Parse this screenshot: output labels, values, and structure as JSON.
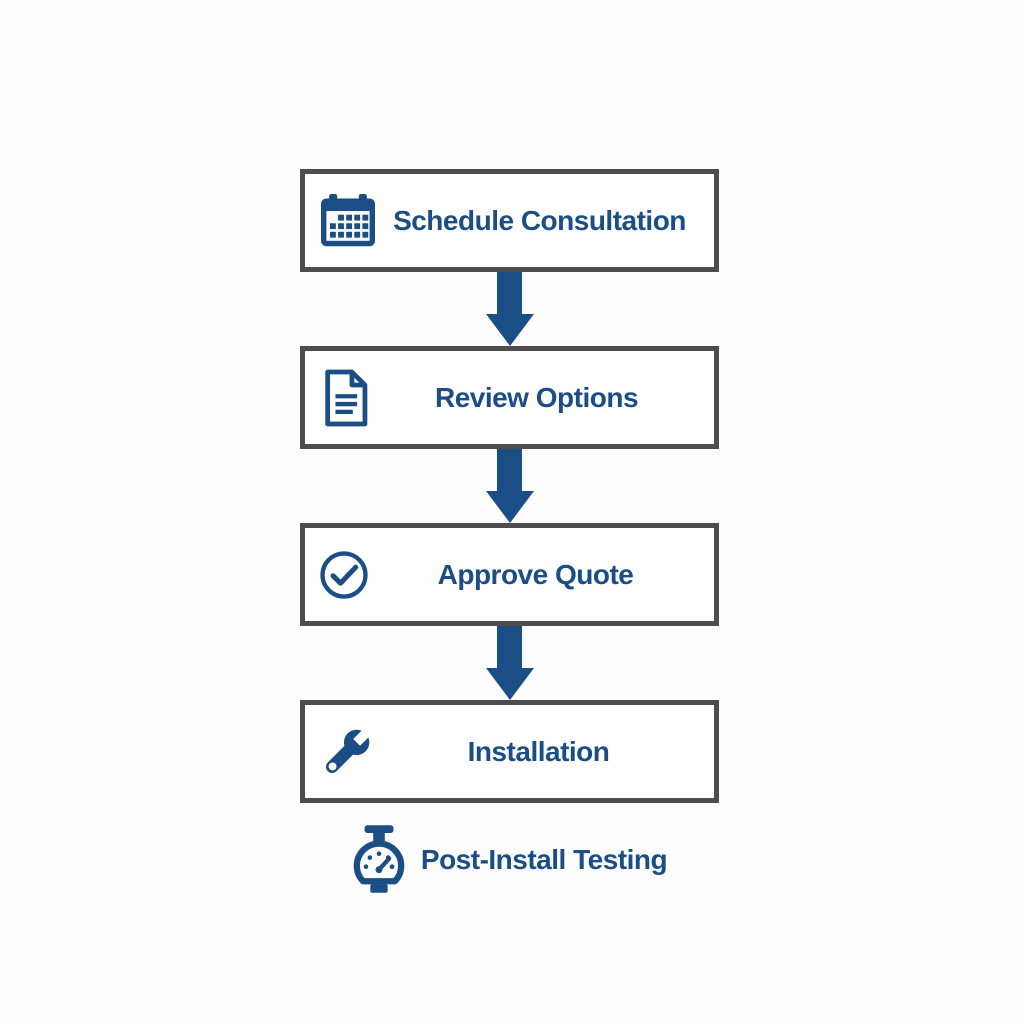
{
  "diagram": {
    "type": "vertical-flowchart",
    "steps": [
      {
        "label": "Schedule Consultation",
        "icon": "calendar-icon"
      },
      {
        "label": "Review Options",
        "icon": "document-icon"
      },
      {
        "label": "Approve Quote",
        "icon": "check-circle-icon"
      },
      {
        "label": "Installation",
        "icon": "wrench-icon"
      },
      {
        "label": "Post-Install Testing",
        "icon": "gauge-icon"
      }
    ],
    "colors": {
      "accent": "#1a4e85",
      "box_border": "#4d4d4d",
      "background": "#fdfdfd",
      "box_background": "#fefefe"
    }
  }
}
